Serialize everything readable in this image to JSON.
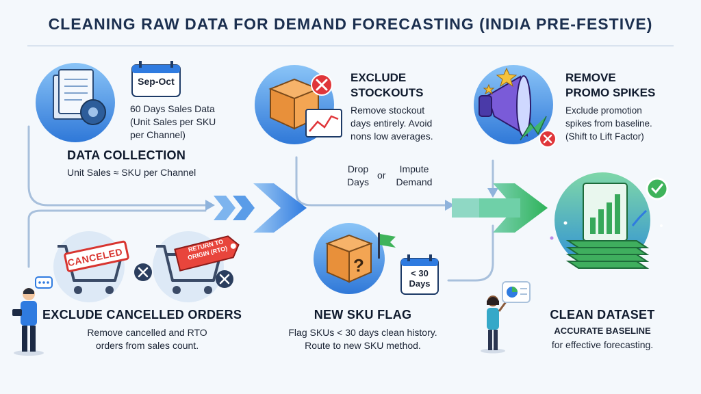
{
  "title": "CLEANING RAW DATA FOR DEMAND FORECASTING (INDIA PRE-FESTIVE)",
  "data_collection": {
    "calendar_label": "Sep-Oct",
    "desc": [
      "60 Days Sales Data",
      "(Unit Sales per SKU",
      "per Channel)"
    ],
    "heading": "DATA COLLECTION",
    "subtext": "Unit Sales ≈ SKU per Channel"
  },
  "exclude_stockouts": {
    "heading": [
      "EXCLUDE",
      "STOCKOUTS"
    ],
    "desc": [
      "Remove stockout",
      "days entirely. Avoid",
      "nons low averages."
    ],
    "option_a": [
      "Drop",
      "Days"
    ],
    "or_label": "or",
    "option_b": [
      "Impute",
      "Demand"
    ]
  },
  "remove_promo": {
    "heading": [
      "REMOVE",
      "PROMO SPIKES"
    ],
    "desc": [
      "Exclude promotion",
      "spikes from baseline.",
      "(Shift to Lift Factor)"
    ]
  },
  "exclude_cancelled": {
    "stamp_canceled": "CANCELED",
    "tag_rto": [
      "RETURN TO",
      "ORIGIN (RTO)"
    ],
    "heading": "EXCLUDE CANCELLED ORDERS",
    "desc": [
      "Remove cancelled and RTO",
      "orders from sales count."
    ]
  },
  "new_sku": {
    "calendar_label": [
      "< 30",
      "Days"
    ],
    "heading": "NEW SKU FLAG",
    "desc": [
      "Flag SKUs < 30 days clean history.",
      "Route to new SKU method."
    ]
  },
  "clean_dataset": {
    "heading": "CLEAN DATASET",
    "subheading": "ACCURATE BASELINE",
    "desc": "for effective forecasting."
  },
  "colors": {
    "navy": "#1b2f4f",
    "blue": "#2f7be0",
    "green": "#35b45a",
    "red": "#e0363a",
    "orange": "#f0973a"
  }
}
